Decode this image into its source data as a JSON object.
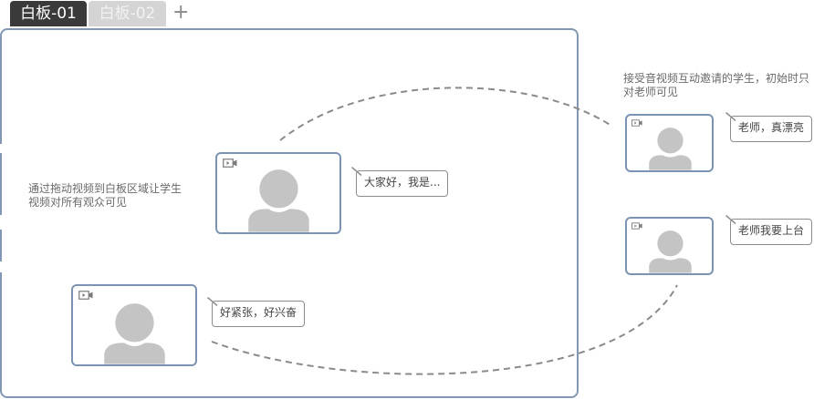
{
  "tabs": {
    "active_label": "白板-01",
    "inactive_label": "白板-02",
    "add_label": "+"
  },
  "notes": {
    "left": "通过拖动视频到白板区域让学生视频对所有观众可见",
    "right": "接受音视频互动邀请的学生，初始时只对老师可见"
  },
  "bubbles": {
    "center": "大家好，我是...",
    "bottom_left": "好紧张，好兴奋",
    "right_top": "老师，真漂亮",
    "right_bottom": "老师我要上台"
  },
  "icons": {
    "video": "video-camera-icon",
    "avatar": "user-avatar-icon"
  },
  "colors": {
    "accent_border": "#7c93b2",
    "tab_active_bg": "#3a3a3a",
    "tab_inactive_bg": "#d4d4d4",
    "avatar": "#c4c4c4",
    "dash": "#8a8a8a"
  }
}
